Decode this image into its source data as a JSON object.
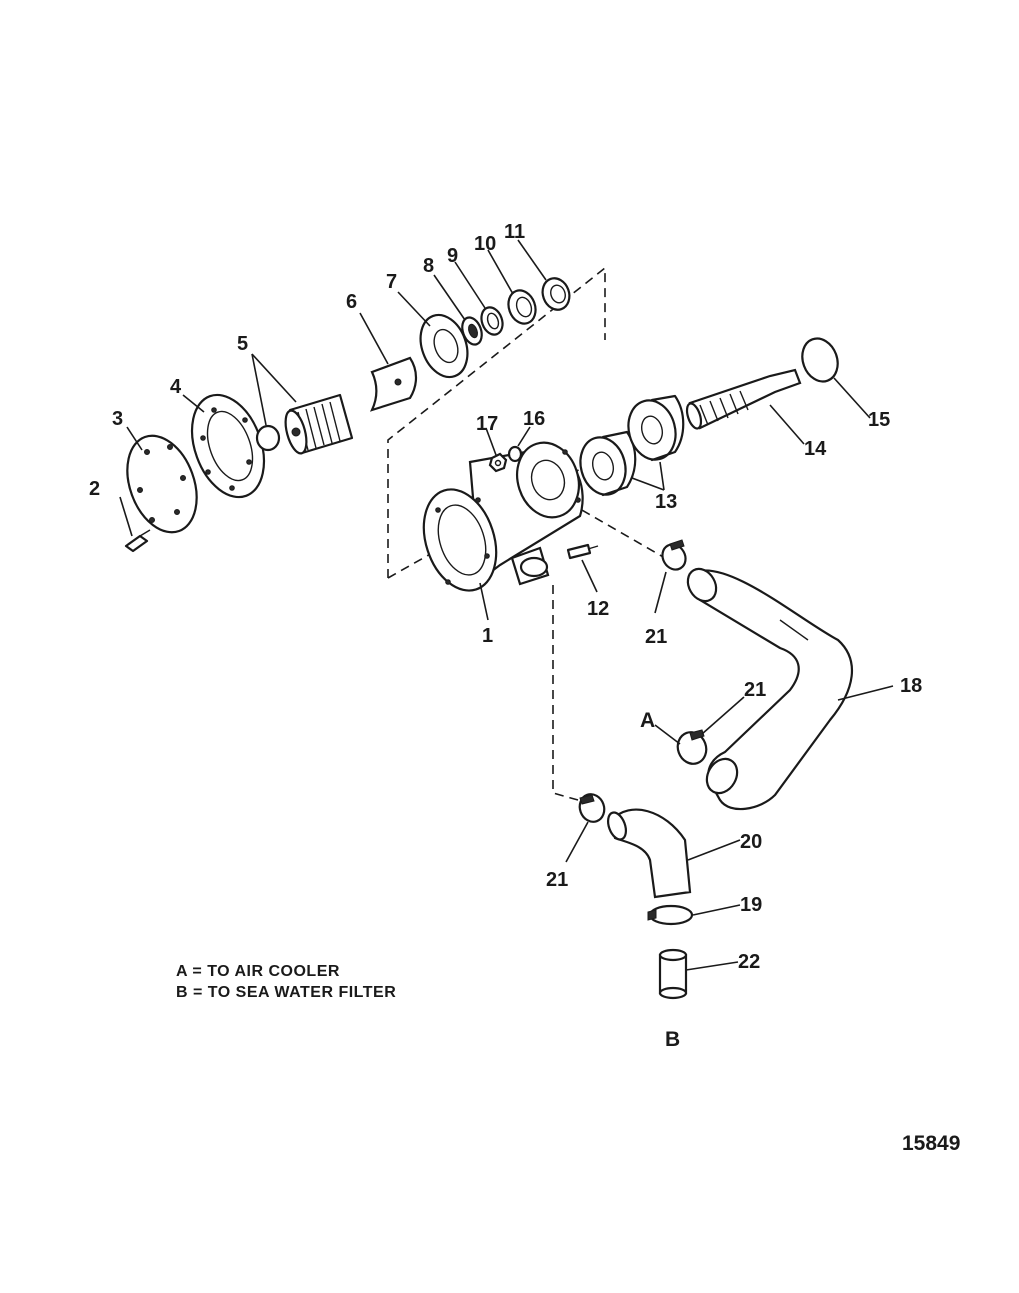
{
  "callouts": {
    "c1": "1",
    "c2": "2",
    "c3": "3",
    "c4": "4",
    "c5": "5",
    "c6": "6",
    "c7": "7",
    "c8": "8",
    "c9": "9",
    "c10": "10",
    "c11": "11",
    "c12": "12",
    "c13": "13",
    "c14": "14",
    "c15": "15",
    "c16": "16",
    "c17": "17",
    "c18": "18",
    "c19": "19",
    "c20": "20",
    "c21a": "21",
    "c21b": "21",
    "c21c": "21",
    "c22": "22"
  },
  "connection_letters": {
    "a": "A",
    "b": "B"
  },
  "legend": {
    "line_a": "A = TO AIR COOLER",
    "line_b": "B = TO SEA WATER FILTER"
  },
  "figure_number": "15849"
}
